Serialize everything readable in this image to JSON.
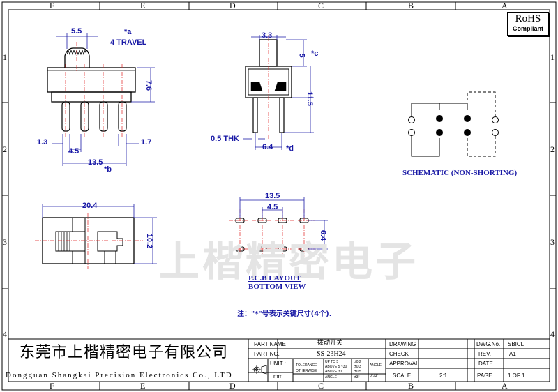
{
  "zones": {
    "top": [
      "F",
      "E",
      "D",
      "C",
      "B",
      "A"
    ],
    "side": [
      "1",
      "2",
      "3",
      "4"
    ]
  },
  "rohs": {
    "title": "RoHS",
    "subtitle": "Compliant"
  },
  "side_view": {
    "dim_top": "5.5",
    "note_a": "*a",
    "travel": "4 TRAVEL",
    "dim_height": "7.6",
    "dim_left": "1.3",
    "dim_pitch": "4.5",
    "dim_right": "1.7",
    "dim_span": "13.5",
    "note_b": "*b"
  },
  "front_view": {
    "dim_width": "3.3",
    "dim_knob": "5",
    "note_c": "*c",
    "dim_height": "11.5",
    "thk": "0.5 THK",
    "dim_row": "6.4",
    "note_d": "*d"
  },
  "top_view": {
    "dim_width": "20.4",
    "dim_height": "10.2"
  },
  "pcb": {
    "dim_span": "13.5",
    "dim_pitch": "4.5",
    "dim_row": "6.4",
    "title1": "P.C.B LAYOUT",
    "title2": "BOTTOM VIEW"
  },
  "schematic": {
    "title": "SCHEMATIC (NON-SHORTING)"
  },
  "note": "注：\"*\"号表示关键尺寸(4个).",
  "watermark": "上楷精密电子",
  "company": {
    "cn": "东莞市上楷精密电子有限公司",
    "en": "Dongguan Shangkai Precision Electronics Co., LTD"
  },
  "title_block": {
    "part_name_label": "PART NAME",
    "part_name": "拨动开关",
    "part_no_label": "PART NO.",
    "part_no": "SS-23H24",
    "unit_label": "UNIT :",
    "unit": "mm",
    "tolerance": "TOLERANCE",
    "otherwise": "OTHERWISE",
    "tol_rows": [
      "UP TO 5",
      "ABOVE 5 ~30",
      "ABOVE 30"
    ],
    "tol_vals": [
      "±0.2",
      "±0.3",
      "±0.5"
    ],
    "angle_label": "ANGLE",
    "angle_val": "±3°",
    "angle_tol": "0°±3°",
    "drawing": "DRAWING",
    "check": "CHECK",
    "approval": "APPROVAL",
    "scale": "SCALE",
    "scale_val": "2:1",
    "dwg_no_label": "DWG.No.",
    "dwg_no": "SBICL",
    "rev_label": "REV.",
    "rev": "A1",
    "date_label": "DATE",
    "page_label": "PAGE",
    "page": "1 OF 1"
  },
  "colors": {
    "dim": "#1a1aa6",
    "center": "#e02020",
    "ink": "#000000"
  }
}
